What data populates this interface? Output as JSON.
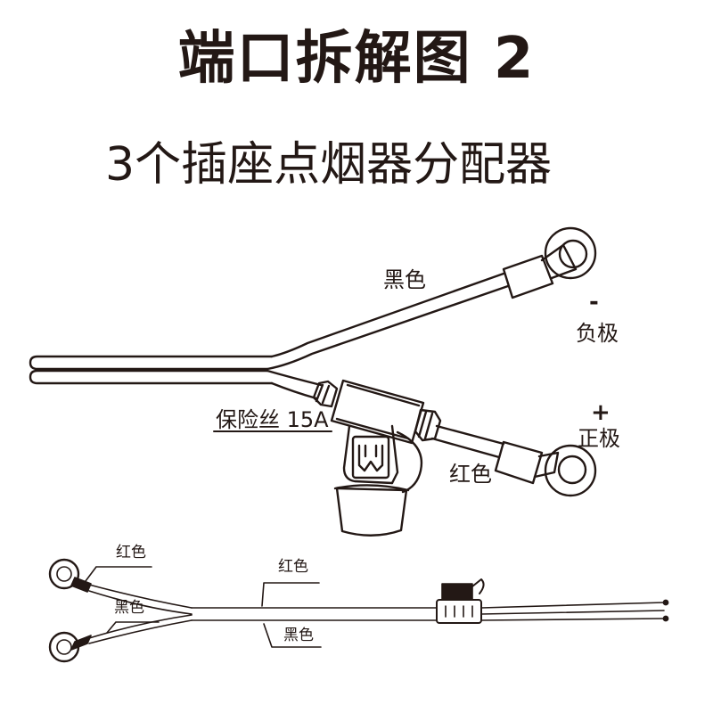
{
  "title": "端口拆解图 2",
  "subtitle": "3个插座点烟器分配器",
  "top_diagram": {
    "black_wire": "黑色",
    "negative_sign": "-",
    "negative_pole": "负极",
    "positive_sign": "+",
    "positive_pole": "正极",
    "fuse": "保险丝 15A",
    "red_wire": "红色"
  },
  "bottom_diagram": {
    "red_wire_ring": "红色",
    "black_wire_ring": "黑色",
    "red_wire_main": "红色",
    "black_wire_main": "黑色"
  },
  "colors": {
    "stroke": "#231815",
    "background": "#ffffff"
  }
}
